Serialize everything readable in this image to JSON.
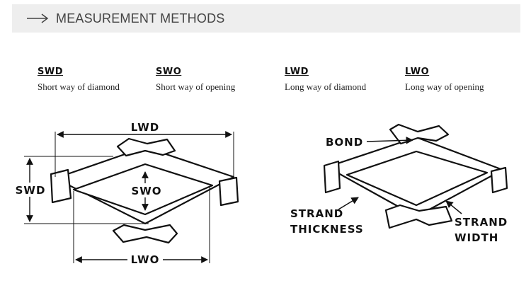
{
  "header": {
    "title": "MEASUREMENT METHODS",
    "icon": "arrow-right-icon"
  },
  "legend": [
    {
      "abbr": "SWD",
      "desc": "Short way of diamond"
    },
    {
      "abbr": "SWO",
      "desc": "Short way of opening"
    },
    {
      "abbr": "LWD",
      "desc": "Long way of diamond"
    },
    {
      "abbr": "LWO",
      "desc": "Long way of opening"
    }
  ],
  "left_diagram": {
    "lwd": "LWD",
    "swd": "SWD",
    "swo": "SWO",
    "lwo": "LWO"
  },
  "right_diagram": {
    "bond": "BOND",
    "strand_thickness_1": "STRAND",
    "strand_thickness_2": "THICKNESS",
    "strand_width_1": "STRAND",
    "strand_width_2": "WIDTH"
  }
}
